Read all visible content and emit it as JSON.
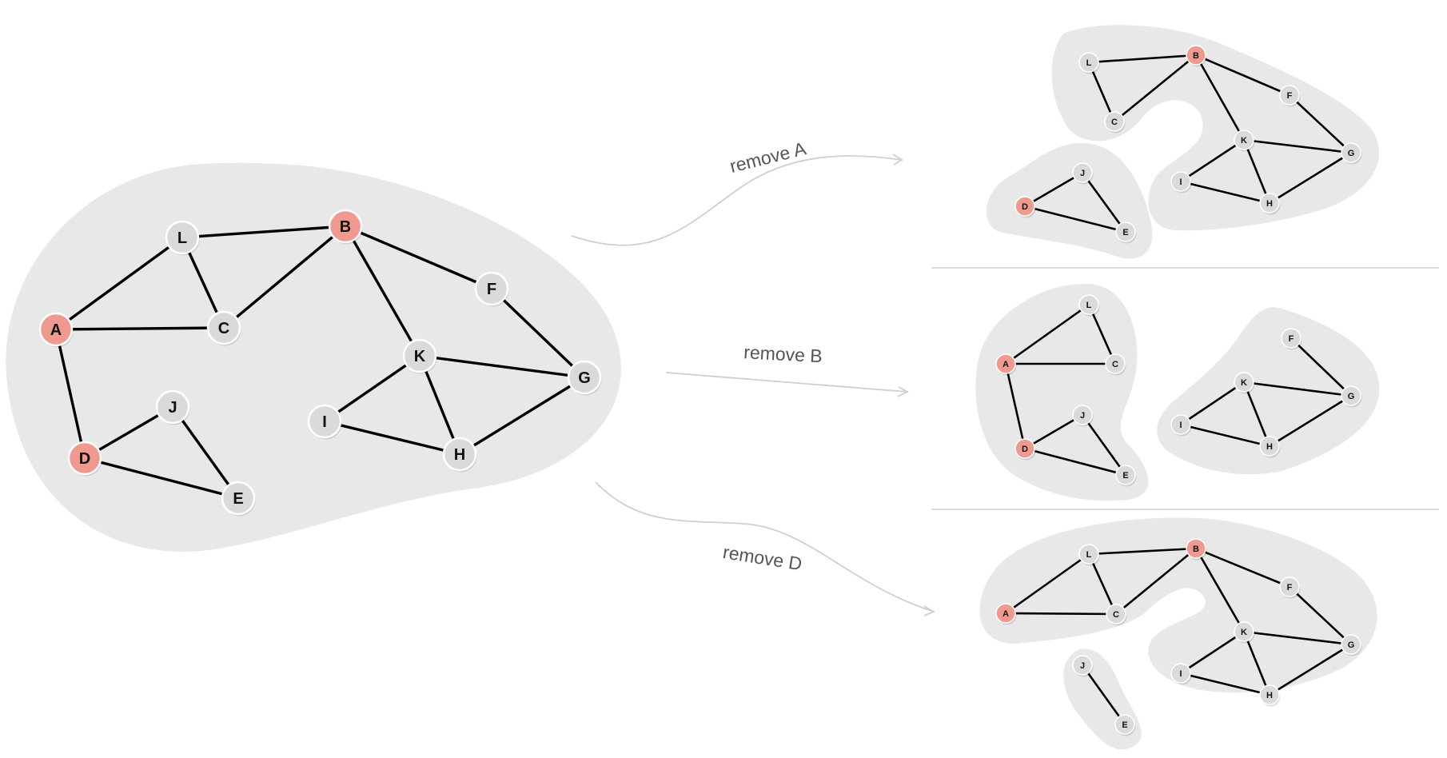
{
  "colors": {
    "node": "#dadada",
    "highlight": "#f09a8f",
    "blob": "#e8e8e8"
  },
  "highlighted": [
    "A",
    "B",
    "D"
  ],
  "main_graph": {
    "nodes": [
      "A",
      "B",
      "C",
      "D",
      "E",
      "F",
      "G",
      "H",
      "I",
      "J",
      "K",
      "L"
    ],
    "edges": [
      [
        "L",
        "B"
      ],
      [
        "L",
        "A"
      ],
      [
        "L",
        "C"
      ],
      [
        "A",
        "C"
      ],
      [
        "A",
        "D"
      ],
      [
        "C",
        "B"
      ],
      [
        "B",
        "F"
      ],
      [
        "B",
        "K"
      ],
      [
        "F",
        "G"
      ],
      [
        "K",
        "G"
      ],
      [
        "K",
        "I"
      ],
      [
        "K",
        "H"
      ],
      [
        "I",
        "H"
      ],
      [
        "H",
        "G"
      ],
      [
        "J",
        "D"
      ],
      [
        "J",
        "E"
      ],
      [
        "D",
        "E"
      ]
    ]
  },
  "operations": [
    {
      "label": "remove A",
      "nodes": [
        "B",
        "C",
        "D",
        "E",
        "F",
        "G",
        "H",
        "I",
        "J",
        "K",
        "L"
      ],
      "edges": [
        [
          "L",
          "B"
        ],
        [
          "L",
          "C"
        ],
        [
          "C",
          "B"
        ],
        [
          "B",
          "F"
        ],
        [
          "B",
          "K"
        ],
        [
          "F",
          "G"
        ],
        [
          "K",
          "G"
        ],
        [
          "K",
          "I"
        ],
        [
          "K",
          "H"
        ],
        [
          "I",
          "H"
        ],
        [
          "H",
          "G"
        ],
        [
          "J",
          "D"
        ],
        [
          "J",
          "E"
        ],
        [
          "D",
          "E"
        ]
      ]
    },
    {
      "label": "remove B",
      "nodes": [
        "A",
        "C",
        "D",
        "E",
        "F",
        "G",
        "H",
        "I",
        "J",
        "K",
        "L"
      ],
      "edges": [
        [
          "L",
          "A"
        ],
        [
          "L",
          "C"
        ],
        [
          "A",
          "C"
        ],
        [
          "A",
          "D"
        ],
        [
          "F",
          "G"
        ],
        [
          "K",
          "G"
        ],
        [
          "K",
          "I"
        ],
        [
          "K",
          "H"
        ],
        [
          "I",
          "H"
        ],
        [
          "H",
          "G"
        ],
        [
          "J",
          "D"
        ],
        [
          "J",
          "E"
        ],
        [
          "D",
          "E"
        ]
      ]
    },
    {
      "label": "remove D",
      "nodes": [
        "A",
        "B",
        "C",
        "E",
        "F",
        "G",
        "H",
        "I",
        "J",
        "K",
        "L"
      ],
      "edges": [
        [
          "L",
          "B"
        ],
        [
          "L",
          "A"
        ],
        [
          "L",
          "C"
        ],
        [
          "A",
          "C"
        ],
        [
          "C",
          "B"
        ],
        [
          "B",
          "F"
        ],
        [
          "B",
          "K"
        ],
        [
          "F",
          "G"
        ],
        [
          "K",
          "G"
        ],
        [
          "K",
          "I"
        ],
        [
          "K",
          "H"
        ],
        [
          "I",
          "H"
        ],
        [
          "H",
          "G"
        ],
        [
          "J",
          "E"
        ]
      ]
    }
  ]
}
